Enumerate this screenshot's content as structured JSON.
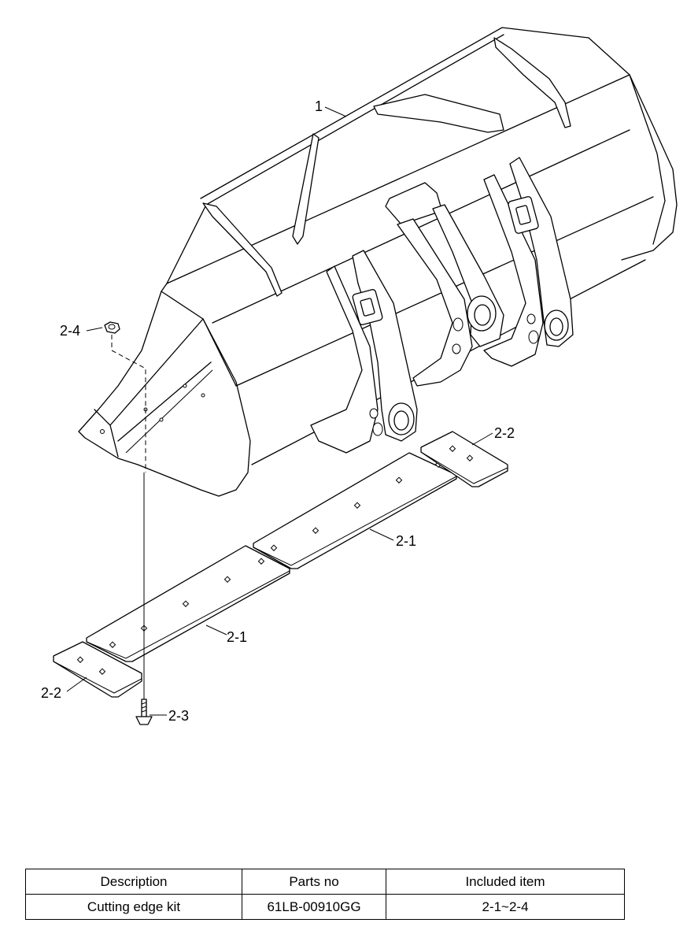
{
  "callouts": {
    "bucket": "1",
    "cutting_edge_center": "2-1",
    "cutting_edge_left": "2-1",
    "end_bit_right": "2-2",
    "end_bit_left": "2-2",
    "bolt": "2-3",
    "nut": "2-4"
  },
  "table": {
    "headers": [
      "Description",
      "Parts no",
      "Included item"
    ],
    "rows": [
      [
        "Cutting edge kit",
        "61LB-00910GG",
        "2-1~2-4"
      ]
    ]
  }
}
